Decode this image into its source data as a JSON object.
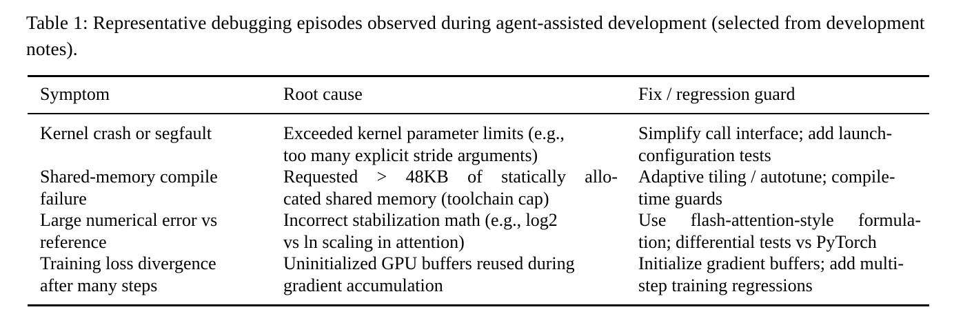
{
  "caption": {
    "text": "Table 1: Representative debugging episodes observed during agent-assisted development (selected from development notes)."
  },
  "table": {
    "headers": [
      "Symptom",
      "Root cause",
      "Fix / regression guard"
    ],
    "rows": [
      {
        "symptom": "Kernel crash or segfault",
        "symptom_lines": [
          "Kernel crash or segfault"
        ],
        "root_cause": "Exceeded kernel parameter limits (e.g., too many explicit stride arguments)",
        "root_cause_lines": [
          "Exceeded kernel parameter limits (e.g.,",
          "too many explicit stride arguments)"
        ],
        "fix": "Simplify call interface; add launch-configuration tests",
        "fix_lines": [
          "Simplify call interface; add launch-",
          "configuration tests"
        ]
      },
      {
        "symptom": "Shared-memory compile failure",
        "symptom_lines": [
          "Shared-memory compile",
          "failure"
        ],
        "root_cause": "Requested > 48KB of statically allocated shared memory (toolchain cap)",
        "root_cause_lines": [
          "Requested > 48KB of statically allo-",
          "cated shared memory (toolchain cap)"
        ],
        "root_cause_line1_words": [
          "Requested",
          ">",
          "48KB",
          "of",
          "statically",
          "allo-"
        ],
        "fix": "Adaptive tiling / autotune; compile-time guards",
        "fix_lines": [
          "Adaptive tiling / autotune; compile-",
          "time guards"
        ]
      },
      {
        "symptom": "Large numerical error vs reference",
        "symptom_lines": [
          "Large numerical error vs",
          "reference"
        ],
        "root_cause": "Incorrect stabilization math (e.g., log2 vs ln scaling in attention)",
        "root_cause_lines": [
          "Incorrect stabilization math (e.g., log2",
          "vs ln scaling in attention)"
        ],
        "fix": "Use flash-attention-style formulation; differential tests vs PyTorch",
        "fix_lines": [
          "Use flash-attention-style formula-",
          "tion; differential tests vs PyTorch"
        ],
        "fix_line1_words": [
          "Use",
          "flash-attention-style",
          "formula-"
        ]
      },
      {
        "symptom": "Training loss divergence after many steps",
        "symptom_lines": [
          "Training loss divergence",
          "after many steps"
        ],
        "root_cause": "Uninitialized GPU buffers reused during gradient accumulation",
        "root_cause_lines": [
          "Uninitialized GPU buffers reused during",
          "gradient accumulation"
        ],
        "fix": "Initialize gradient buffers; add multi-step training regressions",
        "fix_lines": [
          "Initialize gradient buffers; add multi-",
          "step training regressions"
        ]
      }
    ]
  },
  "style": {
    "text_color": "#000000",
    "background": "#ffffff",
    "rule_color": "#000000"
  }
}
